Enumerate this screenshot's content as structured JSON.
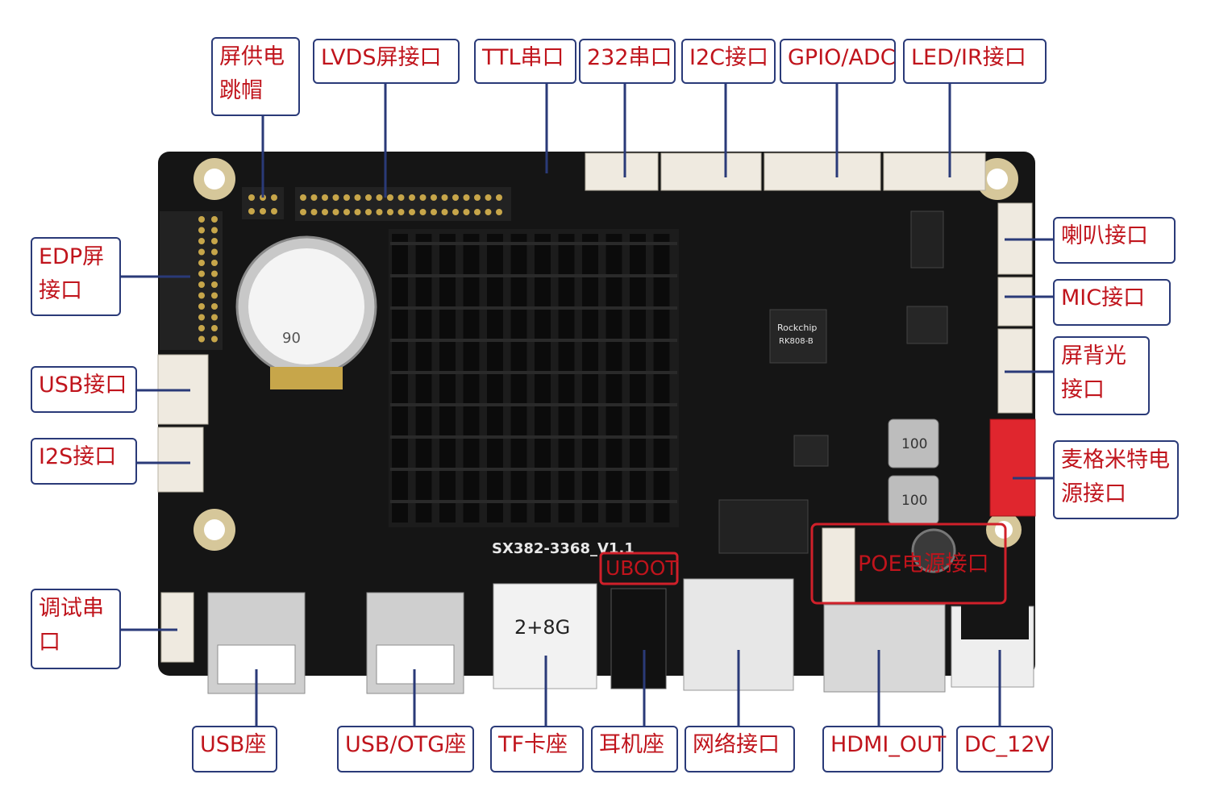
{
  "labels": {
    "screen_power_jumper": "屏供电跳帽",
    "lvds_port": "LVDS屏接口",
    "ttl_serial": "TTL串口",
    "rs232_serial": "232串口",
    "i2c_port": "I2C接口",
    "gpio_adc": "GPIO/ADC",
    "led_ir_port": "LED/IR接口",
    "edp_port": "EDP屏接口",
    "usb_port": "USB接口",
    "i2s_port": "I2S接口",
    "debug_serial": "调试串口",
    "speaker_port": "喇叭接口",
    "mic_port": "MIC接口",
    "backlight_port": "屏背光接口",
    "power_port": "麦格米特电源接口",
    "poe_port": "POE电源接口",
    "uboot": "UBOOT",
    "usb_socket": "USB座",
    "usb_otg_socket": "USB/OTG座",
    "tf_socket": "TF卡座",
    "headphone_socket": "耳机座",
    "ethernet_port": "网络接口",
    "hdmi_out": "HDMI_OUT",
    "dc_12v": "DC_12V"
  },
  "board": {
    "model": "SX382-3368_V1.1",
    "chip_brand": "Rockchip",
    "chip_model": "RK808-B",
    "inductor_value": "100",
    "battery_text": "90",
    "tf_text": "2+8G"
  },
  "colors": {
    "pcb": "#151515",
    "label_text": "#c0141c",
    "label_border": "#2a3a78",
    "leader_line": "#2a3a78",
    "power_connector": "#e0262e",
    "connector_white": "#efeae0"
  }
}
